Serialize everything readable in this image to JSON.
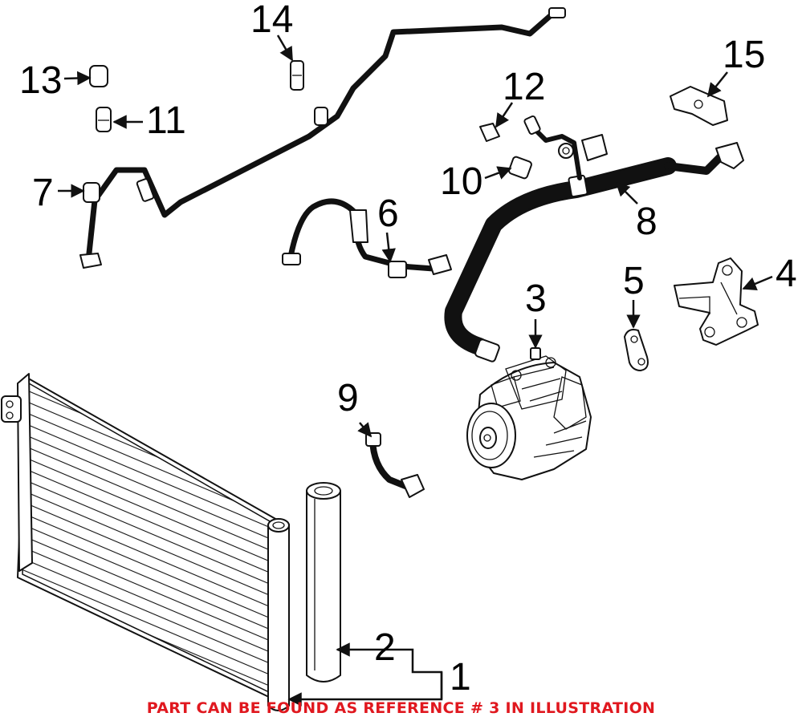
{
  "callouts": {
    "c1": "1",
    "c2": "2",
    "c3": "3",
    "c4": "4",
    "c5": "5",
    "c6": "6",
    "c7": "7",
    "c8": "8",
    "c9": "9",
    "c10": "10",
    "c11": "11",
    "c12": "12",
    "c13": "13",
    "c14": "14",
    "c15": "15"
  },
  "notice": "PART CAN BE FOUND AS REFERENCE # 3 IN ILLUSTRATION",
  "colors": {
    "notice": "#e0181f",
    "line": "#111111",
    "background": "#ffffff"
  }
}
